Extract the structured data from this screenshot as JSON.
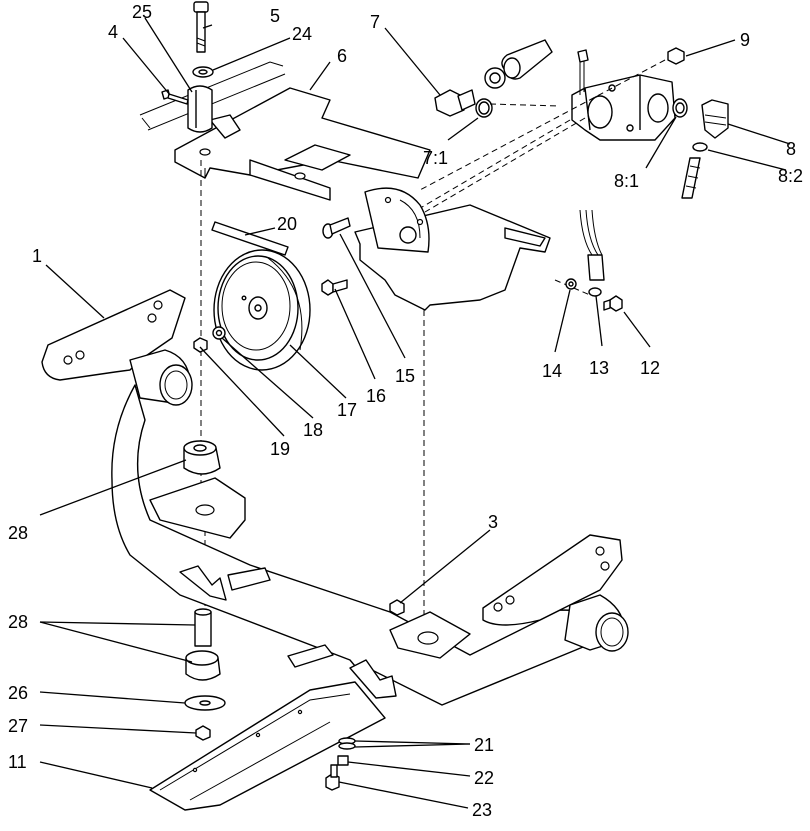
{
  "callouts": {
    "c1": "1",
    "c3": "3",
    "c4": "4",
    "c5": "5",
    "c6": "6",
    "c7": "7",
    "c7_1": "7:1",
    "c8": "8",
    "c8_1": "8:1",
    "c8_2": "8:2",
    "c9": "9",
    "c11": "11",
    "c12": "12",
    "c13": "13",
    "c14": "14",
    "c15": "15",
    "c16": "16",
    "c17": "17",
    "c18": "18",
    "c19": "19",
    "c20": "20",
    "c21": "21",
    "c22": "22",
    "c23": "23",
    "c24": "24",
    "c25": "25",
    "c26": "26",
    "c27": "27",
    "c28a": "28",
    "c28b": "28"
  }
}
